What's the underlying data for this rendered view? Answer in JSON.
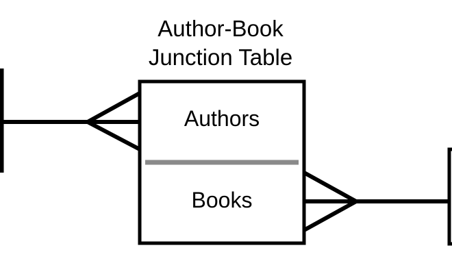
{
  "title": {
    "line1": "Author-Book",
    "line2": "Junction Table"
  },
  "table": {
    "sections": [
      {
        "label": "Authors"
      },
      {
        "label": "Books"
      }
    ]
  },
  "relationships": [
    {
      "from": "Authors entity",
      "to": "Author-Book Junction Table",
      "near_end": "one",
      "far_end": "many"
    },
    {
      "from": "Author-Book Junction Table",
      "to": "Books entity",
      "near_end": "many",
      "far_end": "one"
    }
  ],
  "colors": {
    "stroke": "#000000",
    "divider": "#8a8a8a",
    "background": "#ffffff"
  }
}
